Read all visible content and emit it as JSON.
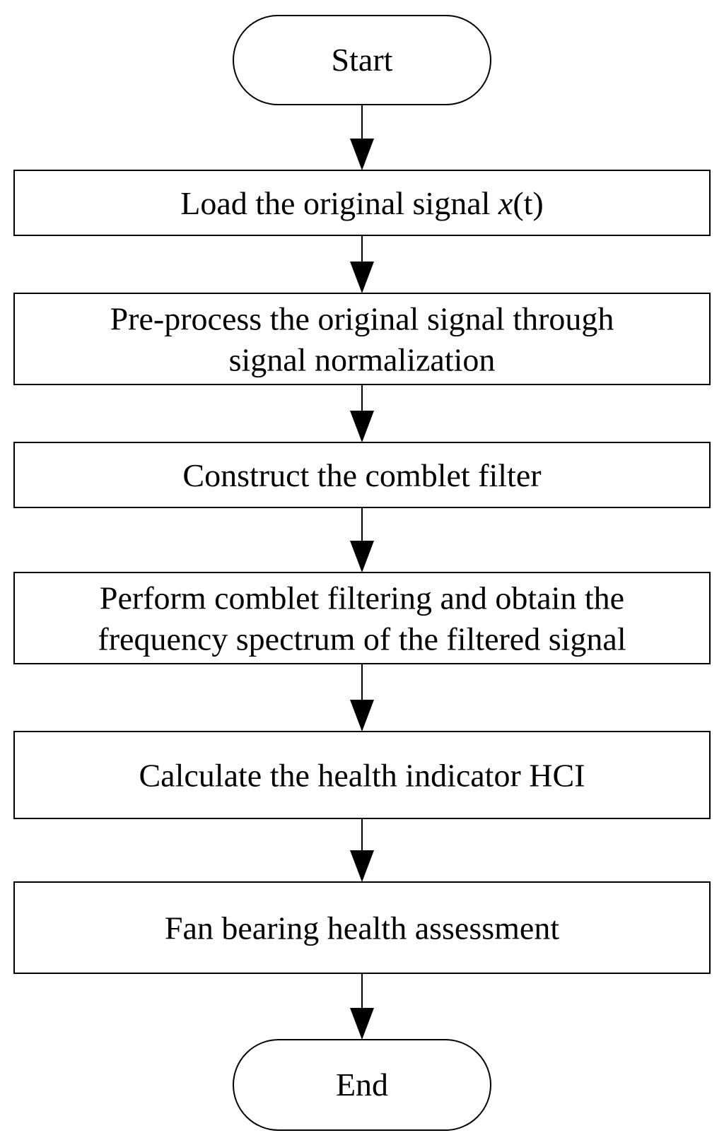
{
  "flowchart": {
    "start": {
      "label": "Start"
    },
    "steps": [
      {
        "lines": [
          {
            "parts": [
              {
                "text": "Load the original signal "
              },
              {
                "text": "x",
                "italic": true
              },
              {
                "text": "(t)"
              }
            ]
          }
        ]
      },
      {
        "lines": [
          {
            "parts": [
              {
                "text": "Pre-process the original signal through"
              }
            ]
          },
          {
            "parts": [
              {
                "text": "signal normalization"
              }
            ]
          }
        ]
      },
      {
        "lines": [
          {
            "parts": [
              {
                "text": "Construct the comblet filter"
              }
            ]
          }
        ]
      },
      {
        "lines": [
          {
            "parts": [
              {
                "text": "Perform comblet filtering and obtain the"
              }
            ]
          },
          {
            "parts": [
              {
                "text": "frequency spectrum of the filtered signal"
              }
            ]
          }
        ]
      },
      {
        "lines": [
          {
            "parts": [
              {
                "text": "Calculate the health indicator HCI"
              }
            ]
          }
        ]
      },
      {
        "lines": [
          {
            "parts": [
              {
                "text": "Fan bearing health assessment"
              }
            ]
          }
        ]
      }
    ],
    "end": {
      "label": "End"
    }
  }
}
